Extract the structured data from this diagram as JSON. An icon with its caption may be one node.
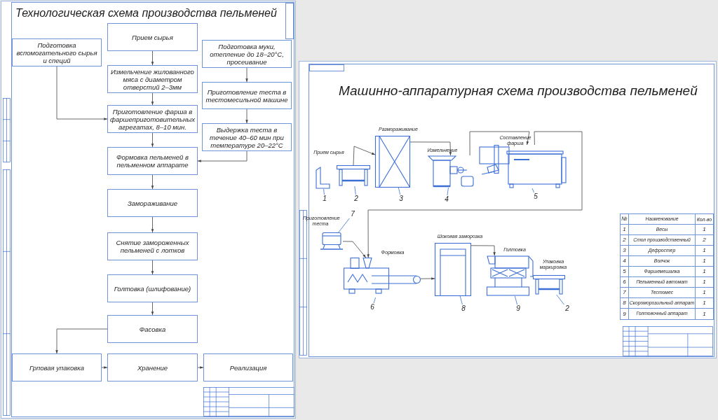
{
  "diagram": {
    "nodes": [
      {
        "text": [
          "Прием сырья"
        ]
      },
      {
        "text": [
          "Подготовка вспомогательного сырья и специй"
        ]
      },
      {
        "text": [
          "Подготовка муки, отепление до 18–20°С, просеивание"
        ]
      },
      {
        "text": [
          "Измельчение жилованного мяса с диаметром отверстий 2–3мм"
        ]
      },
      {
        "text": [
          "Приготовление теста в тестомесильной машине"
        ]
      },
      {
        "text": [
          "Приготовление фарша в фаршеприготовительных агрегатах, 8–10 мин."
        ]
      },
      {
        "text": [
          "Выдержка теста в течение 40–60 мин при температуре 20–22°С"
        ]
      },
      {
        "text": [
          "Формовка пельменей в пельменном аппарате"
        ]
      },
      {
        "text": [
          "Замораживание"
        ]
      },
      {
        "text": [
          "Снятие замороженных пельменей с лотков"
        ]
      },
      {
        "text": [
          "Голтовка (шлифование)"
        ]
      },
      {
        "text": [
          "Фасовка"
        ]
      },
      {
        "text": [
          "Грповая упаковка"
        ]
      },
      {
        "text": [
          "Хранение"
        ]
      },
      {
        "text": [
          "Реализация"
        ]
      },
      {
        "text": [],
        "shape": "picture",
        "beside": [
          "Прием сырья"
        ]
      },
      {
        "text": [],
        "shape": "picture"
      },
      {
        "text": [],
        "shape": "picture",
        "beside": [
          "Размораживание"
        ]
      },
      {
        "text": [],
        "shape": "picture",
        "beside": [
          "Измельчение"
        ]
      },
      {
        "text": [],
        "shape": "picture",
        "beside": [
          "Составление фарша"
        ]
      },
      {
        "text": [],
        "shape": "picture",
        "beside": [
          "Приготовление теста"
        ]
      },
      {
        "text": [],
        "shape": "picture",
        "beside": [
          "Формовка"
        ]
      },
      {
        "text": [],
        "shape": "picture",
        "beside": [
          "Шоковая заморозка"
        ]
      },
      {
        "text": [],
        "shape": "picture",
        "beside": [
          "Голтовка"
        ]
      },
      {
        "text": [],
        "shape": "picture",
        "beside": [
          "Упаковка маркировка"
        ]
      },
      {
        "text": [
          "1"
        ]
      },
      {
        "text": [
          "2"
        ]
      },
      {
        "text": [
          "3"
        ]
      },
      {
        "text": [
          "4"
        ]
      },
      {
        "text": [
          "5"
        ]
      },
      {
        "text": [
          "7"
        ]
      },
      {
        "text": [
          "6"
        ]
      },
      {
        "text": [
          "8"
        ]
      },
      {
        "text": [
          "9"
        ]
      },
      {
        "text": [
          "2"
        ]
      }
    ],
    "edges": [
      {
        "from": 0,
        "to": 3,
        "arrow": "to"
      },
      {
        "from": 3,
        "to": 5,
        "arrow": "to"
      },
      {
        "from": 1,
        "to": 5,
        "arrow": "to"
      },
      {
        "from": 5,
        "to": 7,
        "arrow": "to"
      },
      {
        "from": 2,
        "to": 4,
        "arrow": "to"
      },
      {
        "from": 4,
        "to": 6,
        "arrow": "to"
      },
      {
        "from": 6,
        "to": 7,
        "arrow": "to"
      },
      {
        "from": 7,
        "to": 8,
        "arrow": "to"
      },
      {
        "from": 8,
        "to": 9,
        "arrow": "to"
      },
      {
        "from": 9,
        "to": 10,
        "arrow": "to"
      },
      {
        "from": 10,
        "to": 11,
        "arrow": "to"
      },
      {
        "from": 11,
        "to": 12,
        "arrow": "to"
      },
      {
        "from": 12,
        "to": 13,
        "arrow": "to"
      },
      {
        "from": 13,
        "to": 14,
        "arrow": "to"
      },
      {
        "from": 16,
        "to": 17,
        "arrow": "to"
      },
      {
        "from": 17,
        "to": 18,
        "arrow": "to"
      },
      {
        "from": 18,
        "to": 19,
        "arrow": "to"
      },
      {
        "from": 19,
        "to": 21,
        "arrow": "to"
      },
      {
        "from": 20,
        "to": 21,
        "arrow": "to"
      },
      {
        "from": 21,
        "to": 22,
        "arrow": "to"
      },
      {
        "from": 22,
        "to": 23,
        "arrow": "to"
      },
      {
        "from": 25,
        "to": 15,
        "arrow": "none",
        "color": "#3c6fd6"
      },
      {
        "from": 26,
        "to": 16,
        "arrow": "none",
        "color": "#3c6fd6"
      },
      {
        "from": 27,
        "to": 17,
        "arrow": "none",
        "color": "#3c6fd6"
      },
      {
        "from": 28,
        "to": 18,
        "arrow": "none",
        "color": "#3c6fd6"
      },
      {
        "from": 29,
        "to": 19,
        "arrow": "none",
        "color": "#3c6fd6"
      },
      {
        "from": 30,
        "to": 20,
        "arrow": "none",
        "color": "#3c6fd6"
      },
      {
        "from": 31,
        "to": 21,
        "arrow": "none",
        "color": "#3c6fd6"
      },
      {
        "from": 32,
        "to": 22,
        "arrow": "none",
        "color": "#3c6fd6"
      },
      {
        "from": 33,
        "to": 23,
        "arrow": "none",
        "color": "#3c6fd6"
      },
      {
        "from": 34,
        "to": 24,
        "arrow": "none",
        "color": "#3c6fd6"
      }
    ],
    "title": "Технологическая схема производства пельменей",
    "labels": [
      "Машинно-аппаратурная схема производства пельменей",
      "№",
      "Наименование",
      "Кол-во",
      "1",
      "Весы",
      "1",
      "2",
      "Стол производственный",
      "2",
      "3",
      "Дефростер",
      "1",
      "4",
      "Волчок",
      "1",
      "5",
      "Фаршемешалка",
      "1",
      "6",
      "Пельменный автомат",
      "1",
      "7",
      "Тестомес",
      "1",
      "8",
      "Скороморозильный аппарат",
      "1",
      "9",
      "Голтовочный аппарат",
      "1"
    ]
  }
}
